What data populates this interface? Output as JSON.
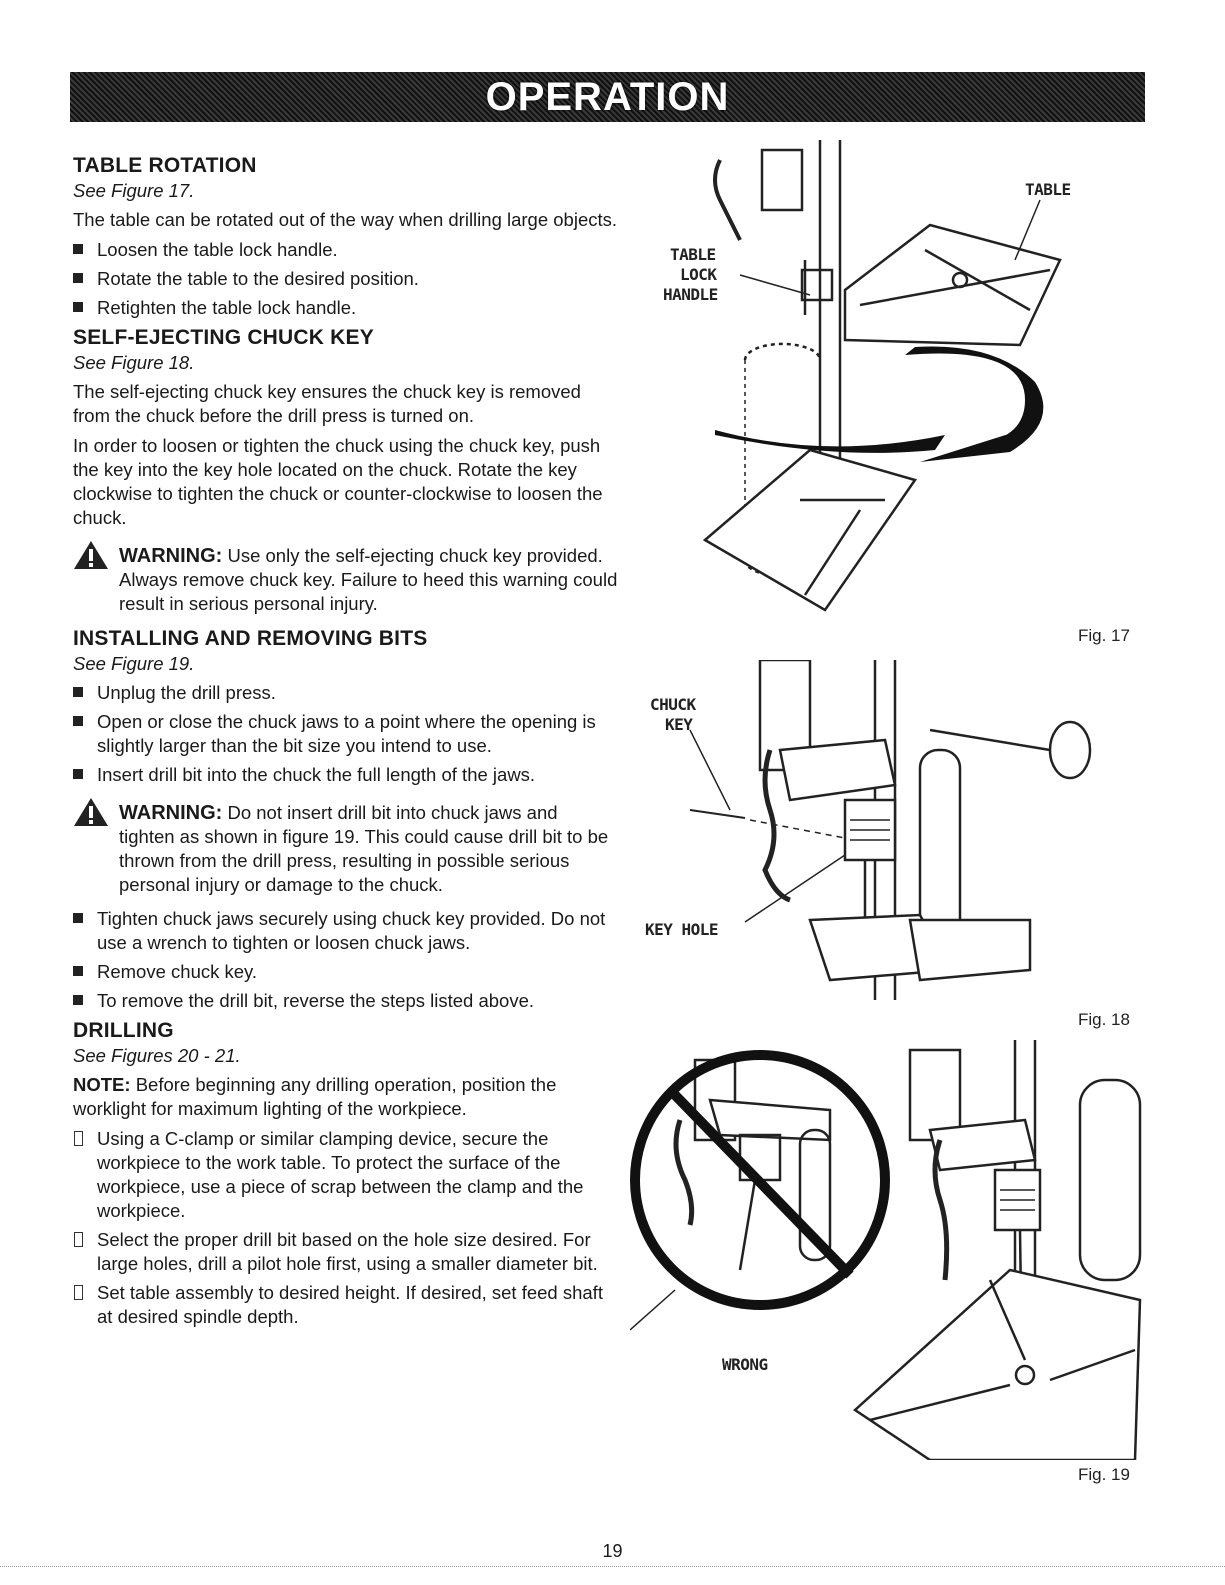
{
  "header": {
    "title": "OPERATION"
  },
  "table_rotation": {
    "heading": "TABLE ROTATION",
    "see": "See Figure 17.",
    "intro": "The table can be rotated out of the way when drilling large objects.",
    "steps": [
      "Loosen the table lock handle.",
      "Rotate the table to the desired position.",
      "Retighten the table lock handle."
    ]
  },
  "chuck_key": {
    "heading": "SELF-EJECTING CHUCK KEY",
    "see": "See Figure 18.",
    "p1": "The self-ejecting chuck key ensures the chuck key is removed from the chuck before the drill press is turned on.",
    "p2": "In order to loosen or tighten the chuck using the chuck key, push the key into the key hole located on the chuck. Rotate the key clockwise to tighten the chuck or counter-clockwise to loosen the chuck.",
    "warning_label": "WARNING:",
    "warning_text": "Use only the self-ejecting chuck key provided. Always remove chuck key. Failure to heed this warning could result in serious personal injury."
  },
  "bits": {
    "heading": "INSTALLING AND REMOVING BITS",
    "see": "See Figure 19.",
    "steps": [
      "Unplug the drill press.",
      "Open or close the chuck jaws to a point where the opening is slightly larger than the bit size you intend to use.",
      "Insert drill bit into the chuck the full length of the jaws."
    ],
    "warning_label": "WARNING:",
    "warning_text": "Do not insert drill bit into chuck jaws and tighten as shown in figure 19. This could cause drill bit to be thrown from the drill press, resulting in possible serious personal injury or damage to the chuck.",
    "steps2": [
      "Tighten chuck jaws securely using chuck key provided. Do not use a wrench to tighten or loosen chuck jaws.",
      "Remove chuck key.",
      "To remove the drill bit, reverse the steps listed above."
    ]
  },
  "drilling": {
    "heading": "DRILLING",
    "see": "See Figures 20 - 21.",
    "note_label": "NOTE:",
    "note_text": "Before beginning any drilling operation, position the worklight for maximum lighting of the workpiece.",
    "steps": [
      "Using a C-clamp or similar clamping device, secure the workpiece to the work table. To protect the surface of the workpiece, use a piece of scrap between the clamp and the workpiece.",
      "Select the proper drill bit based on the hole size desired. For large holes, drill a pilot hole first, using a smaller diameter bit.",
      "Set table assembly to desired height. If desired, set feed shaft at desired spindle depth."
    ]
  },
  "figures": {
    "fig17": {
      "label": "Fig. 17",
      "table": "TABLE",
      "lock1": "TABLE",
      "lock2": "LOCK",
      "lock3": "HANDLE"
    },
    "fig18": {
      "label": "Fig. 18",
      "chuck1": "CHUCK",
      "chuck2": "KEY",
      "keyhole": "KEY HOLE"
    },
    "fig19": {
      "label": "Fig. 19",
      "wrong": "WRONG"
    }
  },
  "page_number": "19"
}
